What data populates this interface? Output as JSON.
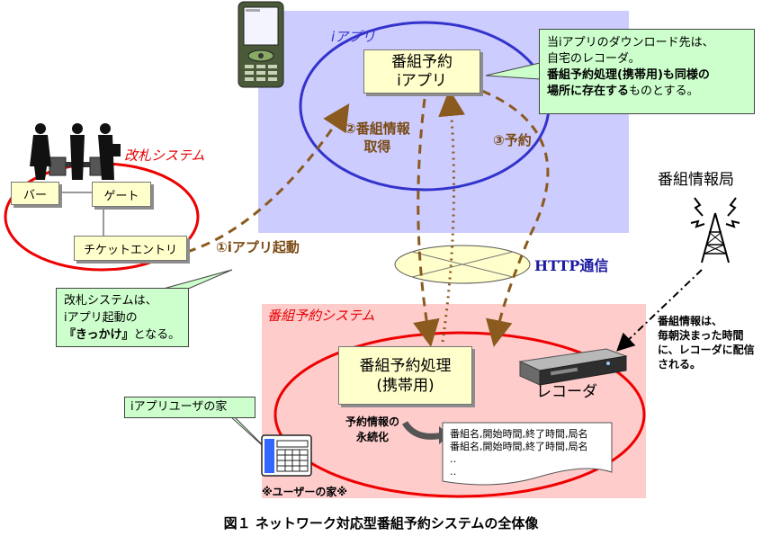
{
  "regions": {
    "iappli_title": "iアプリ",
    "reservation_title": "番組予約システム",
    "gate_title": "改札システム"
  },
  "boxes": {
    "iappli_line1": "番組予約",
    "iappli_line2": "iアプリ",
    "bar": "バー",
    "gate": "ゲート",
    "ticket_entry": "チケットエントリ",
    "processing_line1": "番組予約処理",
    "processing_line2": "(携帯用)",
    "user_home": "iアプリユーザの家"
  },
  "callouts": {
    "download": {
      "line1": "当iアプリのダウンロード先は、",
      "line2": "自宅のレコーダ。",
      "line3_bold": "番組予約処理(携帯用)も同様の",
      "line4_bold": "場所に存在する",
      "line4_rest": "ものとする。"
    },
    "gate": {
      "line1": "改札システムは、",
      "line2": "iアプリ起動の",
      "line3_bold": "『きっかけ』",
      "line3_rest": "となる。"
    }
  },
  "labels": {
    "step1": "①iアプリ起動",
    "step2_line1": "②番組情報",
    "step2_line2": "取得",
    "step3": "③予約",
    "http": "HTTP通信",
    "broadcaster": "番組情報局",
    "recorder": "レコーダ",
    "persist_line1": "予約情報の",
    "persist_line2": "永続化",
    "user_home_caption": "※ユーザーの家※",
    "broadcast_note_line1": "番組情報は、",
    "broadcast_note_line2": "毎朝決まった時間",
    "broadcast_note_line3": "に、レコーダに配信",
    "broadcast_note_line4": "される。"
  },
  "records": [
    "番組名,開始時間,終了時間,局名",
    "番組名,開始時間,終了時間,局名",
    "‥",
    "‥"
  ],
  "caption": "図１ ネットワーク対応型番組予約システムの全体像",
  "colors": {
    "iappli_region": "#ccccff",
    "reservation_region": "#ffcccc",
    "ellipse_blue": "#3333cc",
    "ellipse_red": "#ee0000",
    "arrow_brown": "#8b5a1e",
    "callout_green": "#ccffcc",
    "box_yellow": "#ffffcc"
  }
}
